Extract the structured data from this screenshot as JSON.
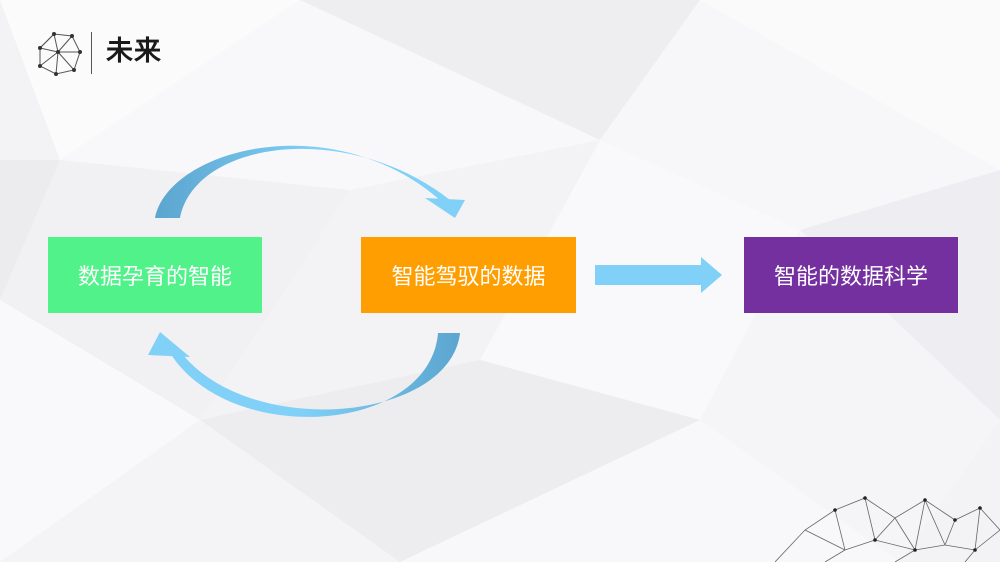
{
  "header": {
    "title": "未来"
  },
  "diagram": {
    "nodes": [
      {
        "label": "数据孕育的智能"
      },
      {
        "label": "智能驾驭的数据"
      },
      {
        "label": "智能的数据科学"
      }
    ]
  },
  "colors": {
    "node_1": "#52f28a",
    "node_2": "#ff9e00",
    "node_3": "#7530a0",
    "arrow_light": "#80d0f7",
    "arrow_dark": "#5ba5cf"
  },
  "icons": {
    "logo": "polygon-network-icon",
    "corner": "polygon-network-decoration"
  }
}
